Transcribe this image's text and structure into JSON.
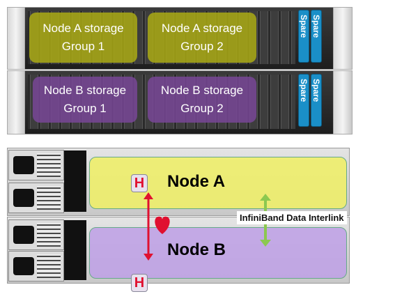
{
  "front": {
    "node_a": {
      "group1": [
        "Node A storage",
        "Group 1"
      ],
      "group2": [
        "Node A storage",
        "Group 2"
      ]
    },
    "node_b": {
      "group1": [
        "Node B storage",
        "Group 1"
      ],
      "group2": [
        "Node B storage",
        "Group 2"
      ]
    },
    "spare_label": "Spare"
  },
  "rear": {
    "node_a_label": "Node A",
    "node_b_label": "Node B",
    "heartbeat_badge": "H",
    "interlink_label": "InfiniBand Data Interlink"
  },
  "colors": {
    "node_a": "#aaaa14",
    "node_b": "#7846a0",
    "spare": "#1a8fc8",
    "heartbeat": "#e01030",
    "interlink": "#8cc850"
  }
}
